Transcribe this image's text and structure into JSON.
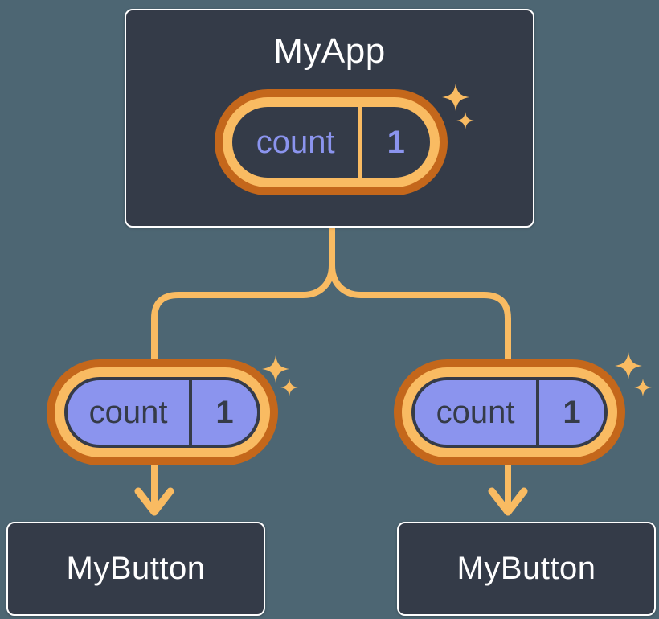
{
  "app_node": {
    "title": "MyApp",
    "state": {
      "label": "count",
      "value": "1"
    }
  },
  "button_nodes": [
    {
      "title": "MyButton",
      "state": {
        "label": "count",
        "value": "1"
      }
    },
    {
      "title": "MyButton",
      "state": {
        "label": "count",
        "value": "1"
      }
    }
  ],
  "icons": {
    "sparkle": "✦",
    "arrow_down": "↓"
  },
  "colors": {
    "background": "#4D6673",
    "node_fill": "#343B48",
    "node_border": "#FFFFFF",
    "orange_dark": "#C4671B",
    "orange_light": "#F9BB62",
    "purple": "#8B94EE",
    "dark_text": "#353B48",
    "white_text": "#FFFFFF"
  }
}
